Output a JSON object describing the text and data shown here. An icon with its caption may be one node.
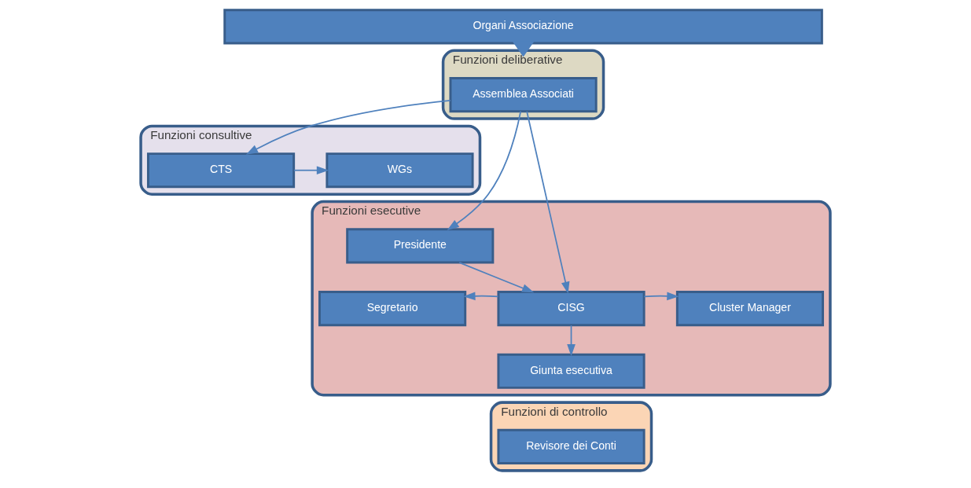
{
  "diagram": {
    "nodes": [
      {
        "text": [
          "Organi Associazione"
        ]
      },
      {
        "text": [
          "Funzioni deliberative"
        ]
      },
      {
        "text": [
          "Assemblea Associati"
        ],
        "in": 1
      },
      {
        "text": [
          "Funzioni consultive"
        ]
      },
      {
        "text": [
          "CTS"
        ],
        "in": 3
      },
      {
        "text": [
          "WGs"
        ],
        "in": 3
      },
      {
        "text": [
          "Funzioni esecutive"
        ]
      },
      {
        "text": [
          "Presidente"
        ],
        "in": 6
      },
      {
        "text": [
          "Segretario"
        ],
        "in": 6
      },
      {
        "text": [
          "CISG"
        ],
        "in": 6
      },
      {
        "text": [
          "Cluster Manager"
        ],
        "in": 6
      },
      {
        "text": [
          "Giunta esecutiva"
        ],
        "in": 6
      },
      {
        "text": [
          "Funzioni di controllo"
        ]
      },
      {
        "text": [
          "Revisore dei Conti"
        ],
        "in": 12
      }
    ],
    "edges": [
      {
        "from": 0,
        "to": 1,
        "arrow": "to",
        "style": "thick"
      },
      {
        "from": 2,
        "to": 7,
        "arrow": "to"
      },
      {
        "from": 2,
        "to": 4,
        "arrow": "to"
      },
      {
        "from": 2,
        "to": 9,
        "arrow": "to"
      },
      {
        "from": 7,
        "to": 9,
        "arrow": "to"
      },
      {
        "from": 4,
        "to": 5,
        "arrow": "to"
      },
      {
        "from": 9,
        "to": 8,
        "arrow": "to"
      },
      {
        "from": 9,
        "to": 10,
        "arrow": "to"
      },
      {
        "from": 9,
        "to": 11,
        "arrow": "to"
      }
    ]
  }
}
